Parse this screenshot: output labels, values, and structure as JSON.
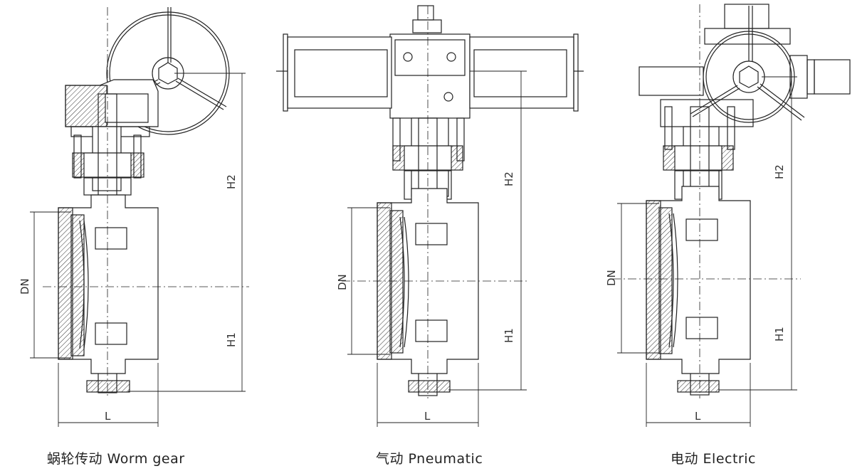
{
  "diagrams": [
    {
      "caption": "蜗轮传动 Worm gear",
      "dims": {
        "h2": "H2",
        "h1": "H1",
        "dn": "DN",
        "l": "L"
      }
    },
    {
      "caption": "气动 Pneumatic",
      "dims": {
        "h2": "H2",
        "h1": "H1",
        "dn": "DN",
        "l": "L"
      }
    },
    {
      "caption": "电动 Electric",
      "dims": {
        "h2": "H2",
        "h1": "H1",
        "dn": "DN",
        "l": "L"
      }
    }
  ]
}
